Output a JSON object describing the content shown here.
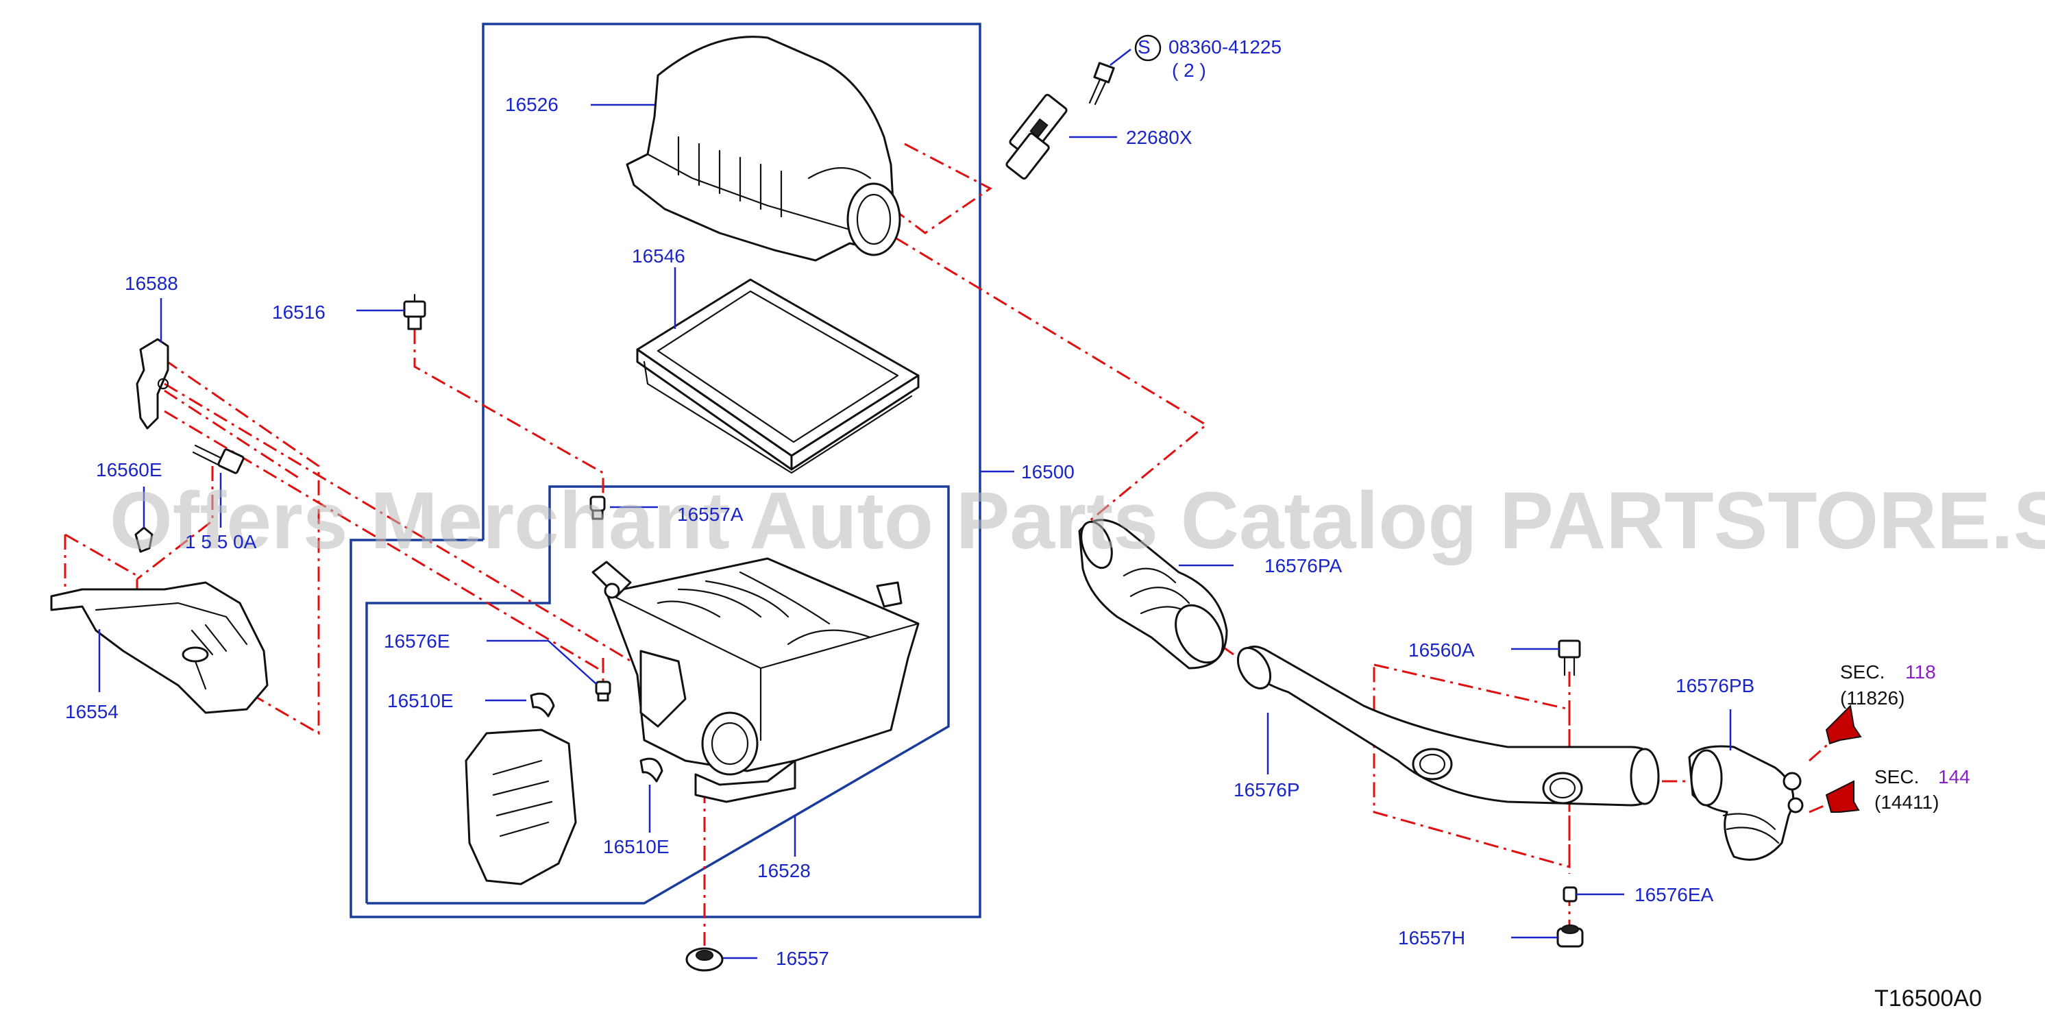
{
  "callouts": {
    "c16526": "16526",
    "c16546": "16546",
    "c16588": "16588",
    "c16516": "16516",
    "c16560E": "16560E",
    "c16557A": "16557A",
    "c16500": "16500",
    "c16554": "16554",
    "c16576E": "16576E",
    "c16510E_top": "16510E",
    "c16510E_bottom": "16510E",
    "c16528": "16528",
    "c16557": "16557",
    "c16576PA": "16576PA",
    "c16560A": "16560A",
    "c16576P": "16576P",
    "c16576PB": "16576PB",
    "c16576EA": "16576EA",
    "c16557H": "16557H",
    "c22680X": "22680X",
    "c08360": "08360-41225",
    "c08360_qty": "( 2 )",
    "c15510A": "1 5 5 0A"
  },
  "symbols": {
    "standard_part_marker": "S"
  },
  "sections": [
    {
      "label": "SEC.",
      "number": "118",
      "sub": "(11826)"
    },
    {
      "label": "SEC.",
      "number": "144",
      "sub": "(14411)"
    }
  ],
  "watermark": "Offers Merchant Auto Parts Catalog PARTSTORE.SA",
  "diagram_code": "T16500A0",
  "colors": {
    "callout_text": "#1a25c8",
    "frame": "#1a3c9c",
    "phantom_line": "#e01010",
    "section_number": "#8a1fc8",
    "arrow": "#c40000"
  }
}
